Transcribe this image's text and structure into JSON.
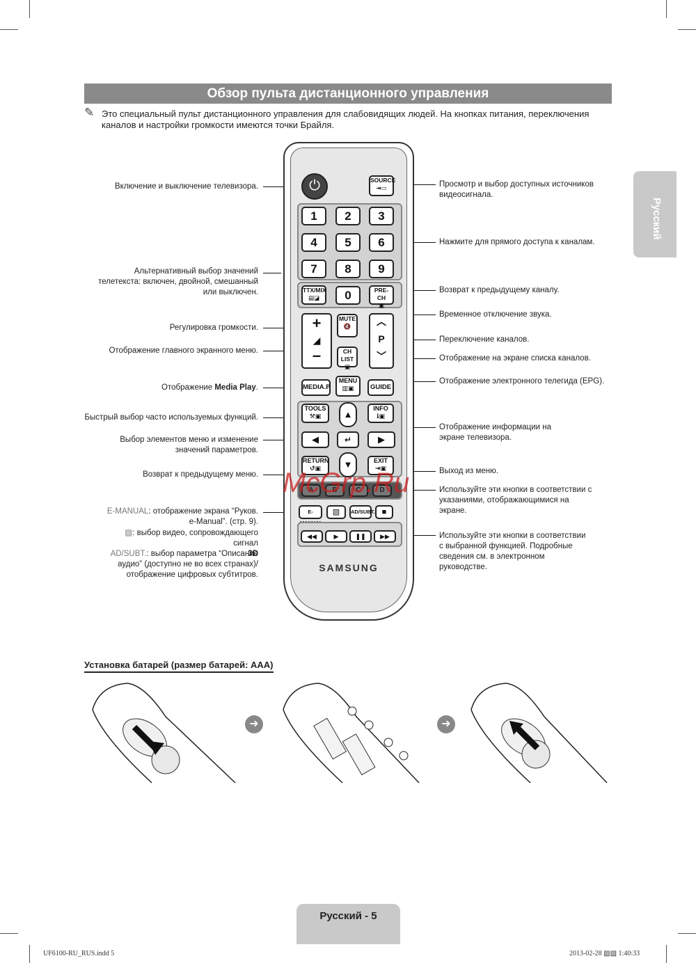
{
  "title": "Обзор пульта дистанционного управления",
  "note": "Это специальный пульт дистанционного управления для слабовидящих людей. На кнопках питания, переключения каналов и настройки громкости имеются точки Брайля.",
  "side_tab": "Русский",
  "labels_left": {
    "power": "Включение и выключение телевизора.",
    "ttx": "Альтернативный выбор значений телетекста: включен, двойной, смешанный или выключен.",
    "volume": "Регулировка громкости.",
    "menu": "Отображение главного экранного меню.",
    "media_prefix": "Отображение ",
    "media_bold": "Media Play",
    "media_suffix": ".",
    "tools": "Быстрый выбор часто используемых функций.",
    "nav": "Выбор элементов меню и изменение значений параметров.",
    "return": "Возврат к предыдущему меню.",
    "emanual_key": "E-MANUAL",
    "emanual_text": ": отображение экрана “Руков. e-Manual”. (стр. 9).",
    "threed_text": ": выбор видео, сопровождающего сигнал",
    "threed_bold": "3D",
    "adsubt_key": "AD/SUBT.",
    "adsubt_text": ": выбор параметра “Описание аудио” (доступно не во всех странах)/ отображение цифровых субтитров."
  },
  "labels_right": {
    "source": "Просмотр и выбор доступных источников видеосигнала.",
    "digits": "Нажмите для прямого доступа к каналам.",
    "prech": "Возврат к предыдущему каналу.",
    "mute": "Временное отключение звука.",
    "channel": "Переключение каналов.",
    "chlist": "Отображение на экране списка каналов.",
    "guide": "Отображение электронного телегида (EPG).",
    "info": "Отображение информации на экране телевизора.",
    "exit": "Выход из меню.",
    "color": "Используйте эти кнопки в соответствии с указаниями, отображающимися на экране.",
    "playback": "Используйте эти кнопки в соответствии с выбранной функцией. Подробные сведения см. в электронном руководстве."
  },
  "buttons": {
    "source": "SOURCE",
    "digits": [
      "1",
      "2",
      "3",
      "4",
      "5",
      "6",
      "7",
      "8",
      "9",
      "0"
    ],
    "ttx": "TTX/MIX",
    "prech": "PRE-CH",
    "mute": "MUTE",
    "chlist": "CH LIST",
    "p": "P",
    "menu": "MENU",
    "media": "MEDIA.P",
    "guide": "GUIDE",
    "tools": "TOOLS",
    "info": "INFO",
    "return": "RETURN",
    "exit": "EXIT",
    "color": [
      "A",
      "B",
      "C",
      "D"
    ],
    "emanual": "E-MANUAL",
    "adsubt": "AD/SUBT.",
    "brand": "SAMSUNG"
  },
  "battery_heading": "Установка батарей (размер батарей: AAA)",
  "footer_page": "Русский - 5",
  "footer_file": "UF6100-RU_RUS.indd   5",
  "footer_date": "2013-02-28   ▧▧ 1:40:33",
  "watermark": "McGrp.Ru"
}
